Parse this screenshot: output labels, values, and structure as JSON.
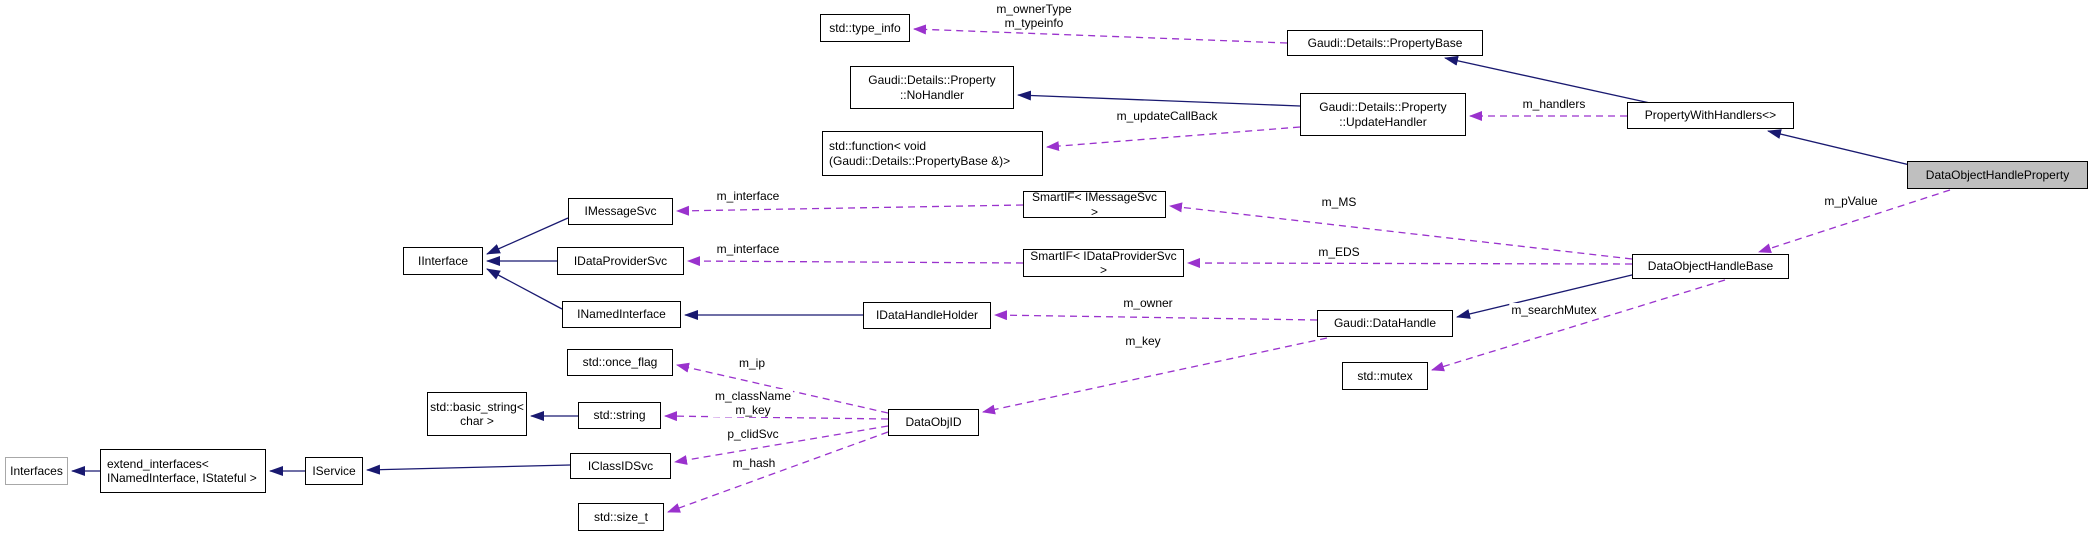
{
  "diagram": {
    "kind": "collaboration-graph",
    "focus_node": "DataObjectHandleProperty",
    "colors": {
      "inheritance_edge": "#191970",
      "usage_edge": "#9a32cd",
      "node_border": "#000000",
      "node_background": "#ffffff",
      "focus_node_background": "#bfbfbf",
      "muted_node_border": "#a8a8a8",
      "text": "#000000"
    },
    "nodes": [
      {
        "label": "std::type_info"
      },
      {
        "label": "Gaudi::Details::Property\n::NoHandler"
      },
      {
        "label": "std::function< void\n(Gaudi::Details::PropertyBase &)>"
      },
      {
        "label": "Gaudi::Details::PropertyBase"
      },
      {
        "label": "Gaudi::Details::Property\n::UpdateHandler"
      },
      {
        "label": "PropertyWithHandlers<>"
      },
      {
        "label": "DataObjectHandleProperty"
      },
      {
        "label": "IMessageSvc"
      },
      {
        "label": "IInterface"
      },
      {
        "label": "IDataProviderSvc"
      },
      {
        "label": "INamedInterface"
      },
      {
        "label": "IDataHandleHolder"
      },
      {
        "label": "SmartIF< IMessageSvc >"
      },
      {
        "label": "SmartIF< IDataProviderSvc >"
      },
      {
        "label": "DataObjectHandleBase"
      },
      {
        "label": "Gaudi::DataHandle"
      },
      {
        "label": "std::mutex"
      },
      {
        "label": "std::once_flag"
      },
      {
        "label": "std::basic_string<\nchar >"
      },
      {
        "label": "std::string"
      },
      {
        "label": "DataObjID"
      },
      {
        "label": "Interfaces"
      },
      {
        "label": "extend_interfaces<\n INamedInterface, IStateful >"
      },
      {
        "label": "IService"
      },
      {
        "label": "IClassIDSvc"
      },
      {
        "label": "std::size_t"
      }
    ],
    "inheritance_edges": [
      {
        "from": "PropertyWithHandlers<>",
        "to": "Gaudi::Details::PropertyBase"
      },
      {
        "from": "DataObjectHandleProperty",
        "to": "PropertyWithHandlers<>"
      },
      {
        "from": "Gaudi::Details::Property::UpdateHandler",
        "to": "Gaudi::Details::Property::NoHandler"
      },
      {
        "from": "IMessageSvc",
        "to": "IInterface"
      },
      {
        "from": "IDataProviderSvc",
        "to": "IInterface"
      },
      {
        "from": "INamedInterface",
        "to": "IInterface"
      },
      {
        "from": "IDataHandleHolder",
        "to": "INamedInterface"
      },
      {
        "from": "DataObjectHandleBase",
        "to": "Gaudi::DataHandle"
      },
      {
        "from": "std::string",
        "to": "std::basic_string< char >"
      },
      {
        "from": "extend_interfaces< INamedInterface, IStateful >",
        "to": "Interfaces"
      },
      {
        "from": "IService",
        "to": "extend_interfaces< INamedInterface, IStateful >"
      },
      {
        "from": "IClassIDSvc",
        "to": "IService"
      }
    ],
    "usage_edges": [
      {
        "from": "Gaudi::Details::PropertyBase",
        "to": "std::type_info",
        "label": "m_ownerType\nm_typeinfo"
      },
      {
        "from": "PropertyWithHandlers<>",
        "to": "Gaudi::Details::Property::UpdateHandler",
        "label": "m_handlers"
      },
      {
        "from": "Gaudi::Details::Property::UpdateHandler",
        "to": "std::function< void(Gaudi::Details::PropertyBase &)>",
        "label": "m_updateCallBack"
      },
      {
        "from": "SmartIF< IMessageSvc >",
        "to": "IMessageSvc",
        "label": "m_interface"
      },
      {
        "from": "SmartIF< IDataProviderSvc >",
        "to": "IDataProviderSvc",
        "label": "m_interface"
      },
      {
        "from": "DataObjectHandleBase",
        "to": "SmartIF< IMessageSvc >",
        "label": "m_MS"
      },
      {
        "from": "DataObjectHandleBase",
        "to": "SmartIF< IDataProviderSvc >",
        "label": "m_EDS"
      },
      {
        "from": "DataObjectHandleProperty",
        "to": "DataObjectHandleBase",
        "label": "m_pValue"
      },
      {
        "from": "DataObjectHandleBase",
        "to": "std::mutex",
        "label": "m_searchMutex"
      },
      {
        "from": "Gaudi::DataHandle",
        "to": "IDataHandleHolder",
        "label": "m_owner"
      },
      {
        "from": "Gaudi::DataHandle",
        "to": "DataObjID",
        "label": "m_key"
      },
      {
        "from": "DataObjID",
        "to": "std::once_flag",
        "label": "m_ip"
      },
      {
        "from": "DataObjID",
        "to": "std::string",
        "label": "m_className\nm_key"
      },
      {
        "from": "DataObjID",
        "to": "IClassIDSvc",
        "label": "p_clidSvc"
      },
      {
        "from": "DataObjID",
        "to": "std::size_t",
        "label": "m_hash"
      }
    ]
  }
}
